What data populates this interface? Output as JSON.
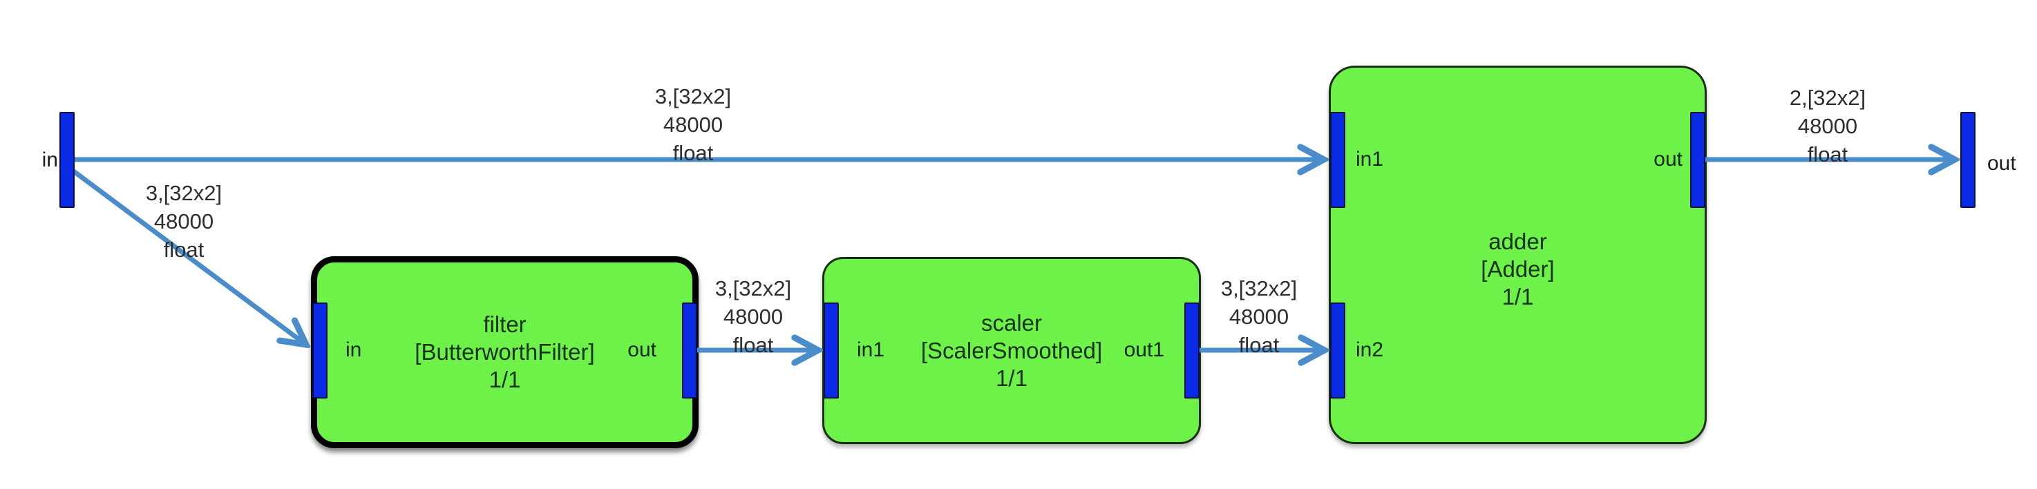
{
  "source": {
    "port_label": "in"
  },
  "sink": {
    "port_label": "out"
  },
  "blocks": [
    {
      "name": "filter",
      "type": "[ButterworthFilter]",
      "ratio": "1/1",
      "in_label": "in",
      "out_label": "out",
      "selected": true
    },
    {
      "name": "scaler",
      "type": "[ScalerSmoothed]",
      "ratio": "1/1",
      "in_label": "in1",
      "out_label": "out1",
      "selected": false
    },
    {
      "name": "adder",
      "type": "[Adder]",
      "ratio": "1/1",
      "in1_label": "in1",
      "in2_label": "in2",
      "out_label": "out",
      "selected": false
    }
  ],
  "edges": [
    {
      "from": "in",
      "to": "adder.in1",
      "lines": [
        "3,[32x2]",
        "48000",
        "float"
      ]
    },
    {
      "from": "in",
      "to": "filter.in",
      "lines": [
        "3,[32x2]",
        "48000",
        "float"
      ]
    },
    {
      "from": "filter.out",
      "to": "scaler.in1",
      "lines": [
        "3,[32x2]",
        "48000",
        "float"
      ]
    },
    {
      "from": "scaler.out1",
      "to": "adder.in2",
      "lines": [
        "3,[32x2]",
        "48000",
        "float"
      ]
    },
    {
      "from": "adder.out",
      "to": "out",
      "lines": [
        "2,[32x2]",
        "48000",
        "float"
      ]
    }
  ],
  "colors": {
    "block_fill": "#6EF24A",
    "port_fill": "#0A2AE6",
    "edge": "#4B8CCB",
    "selected_border": "#000000",
    "block_border": "#17300F"
  }
}
